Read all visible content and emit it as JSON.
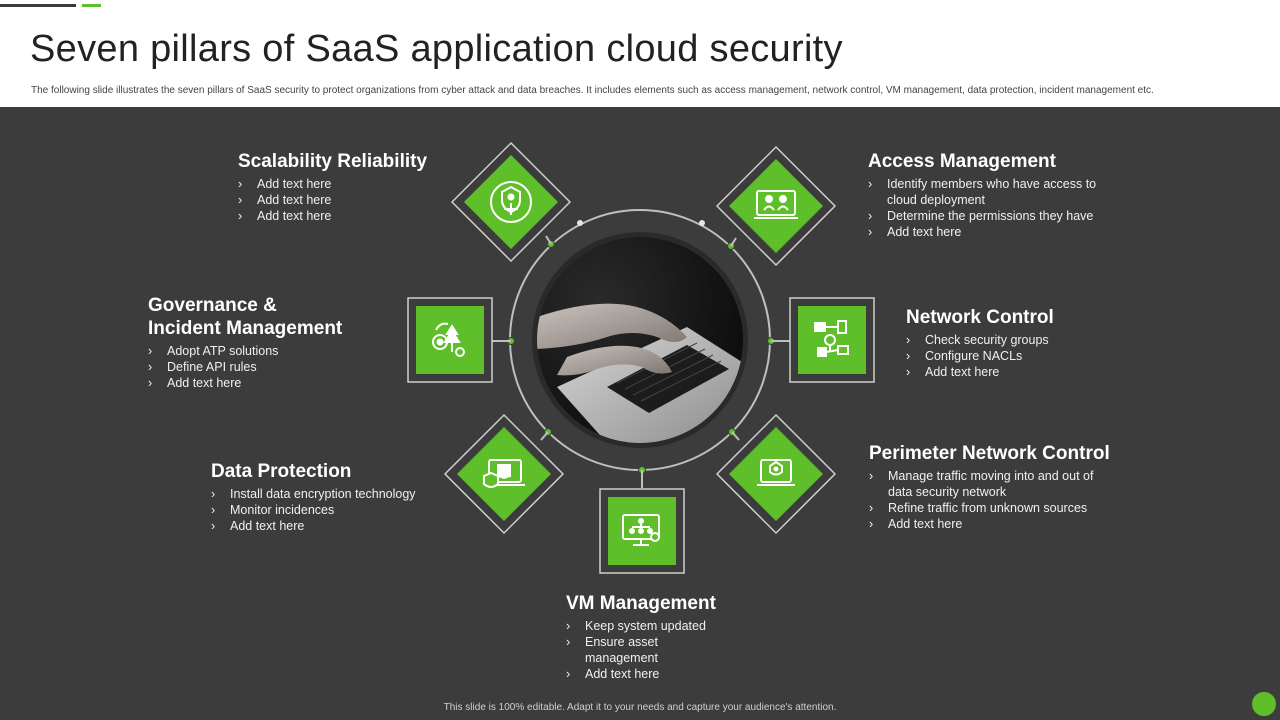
{
  "title": "Seven pillars of SaaS application cloud security",
  "subtitle": "The following slide illustrates the seven pillars of SaaS security to protect organizations from cyber attack and data breaches. It includes elements such as access management, network control, VM management, data protection, incident management etc.",
  "footer": "This slide is 100% editable. Adapt it to your needs and capture your audience's attention.",
  "colors": {
    "accent": "#5fbf2a",
    "panel": "#3c3c3c",
    "text": "#ffffff"
  },
  "pillars": [
    {
      "heading": "Scalability Reliability",
      "icon": "shield-scale-icon",
      "items": [
        "Add text here",
        "Add text here",
        "Add text here"
      ]
    },
    {
      "heading": "Access Management",
      "icon": "monitor-users-icon",
      "items": [
        "Identify members who have access to cloud deployment",
        "Determine the permissions they have",
        "Add text here"
      ]
    },
    {
      "heading_lines": [
        "Governance &",
        "Incident Management"
      ],
      "icon": "gear-tree-icon",
      "items": [
        "Adopt ATP solutions",
        "Define API rules",
        "Add text here"
      ]
    },
    {
      "heading": "Network Control",
      "icon": "network-icon",
      "items": [
        "Check security groups",
        "Configure NACLs",
        "Add text here"
      ]
    },
    {
      "heading": "Data Protection",
      "icon": "laptop-shield-icon",
      "items": [
        "Install data encryption technology",
        "Monitor incidences",
        "Add text here"
      ]
    },
    {
      "heading": "Perimeter Network Control",
      "icon": "laptop-network-icon",
      "items": [
        "Manage traffic moving into and out of data security network",
        "Refine traffic from unknown sources",
        "Add text here"
      ]
    },
    {
      "heading": "VM Management",
      "icon": "monitor-gear-icon",
      "items": [
        "Keep system updated",
        "Ensure asset management",
        "Add text here"
      ]
    }
  ],
  "center_image": "laptop-typing-photo"
}
